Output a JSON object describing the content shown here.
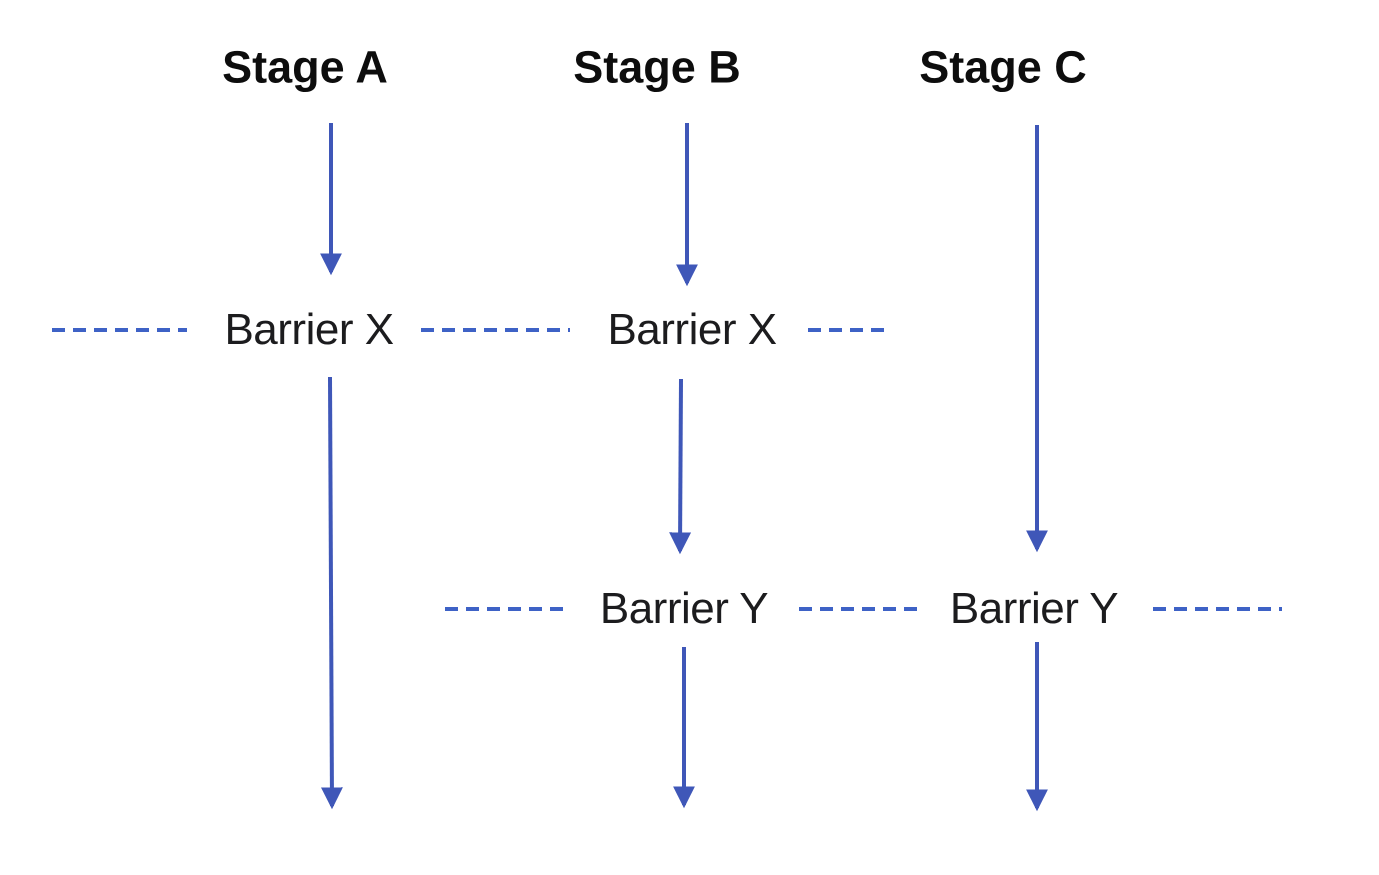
{
  "diagram": {
    "stages": [
      {
        "label": "Stage A"
      },
      {
        "label": "Stage B"
      },
      {
        "label": "Stage C"
      }
    ],
    "barriers": [
      {
        "name": "Barrier X",
        "labels": [
          {
            "text": "Barrier X"
          },
          {
            "text": "Barrier X"
          }
        ]
      },
      {
        "name": "Barrier Y",
        "labels": [
          {
            "text": "Barrier Y"
          },
          {
            "text": "Barrier Y"
          }
        ]
      }
    ]
  },
  "colors": {
    "arrow": "#3f57b8",
    "dash": "#3e62c6",
    "stage_text": "#0d0d0d",
    "barrier_text": "#1c1c1e",
    "background": "#ffffff"
  }
}
